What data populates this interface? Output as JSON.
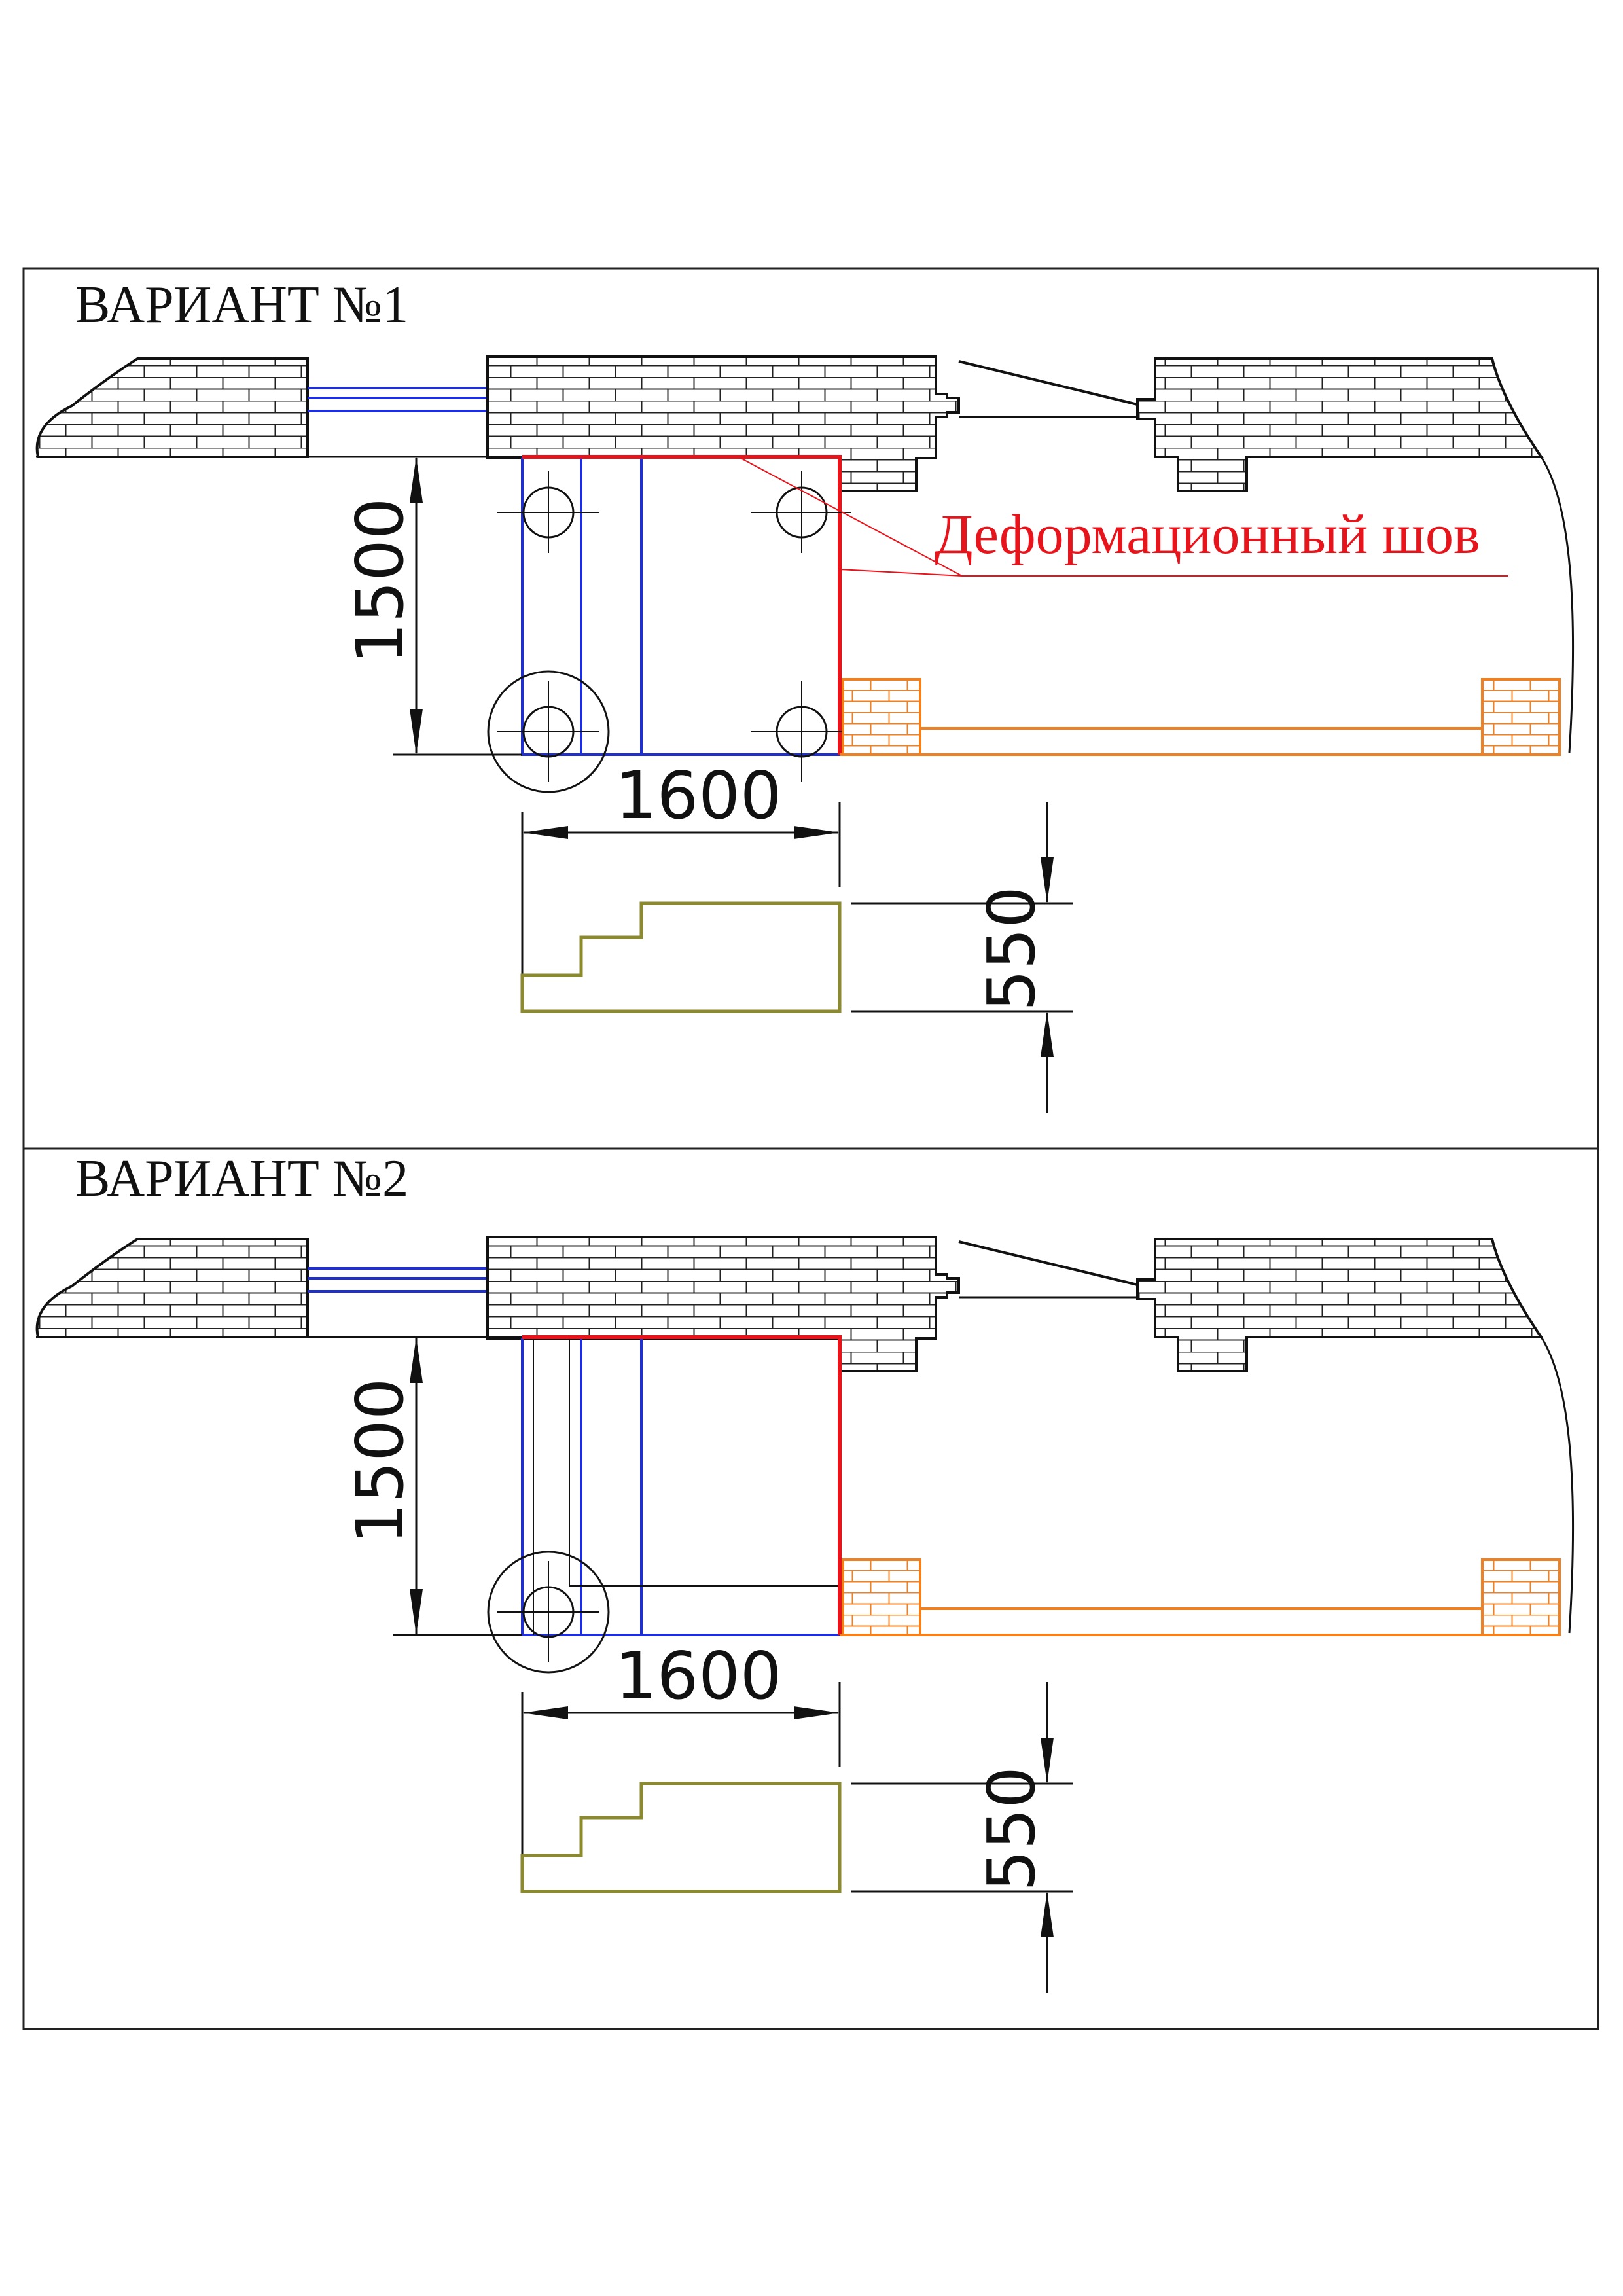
{
  "colors": {
    "outline": "#111111",
    "brick": "#222222",
    "blue": "#1f2fd0",
    "red": "#e8141c",
    "orange": "#f08020",
    "olive": "#8c8a2e"
  },
  "variants": [
    {
      "title": "ВАРИАНТ №1",
      "joint_label": "Деформационный шов",
      "dim_height": "1500",
      "dim_width": "1600",
      "dim_step_height": "550"
    },
    {
      "title": "ВАРИАНТ №2",
      "joint_label": "",
      "dim_height": "1500",
      "dim_width": "1600",
      "dim_step_height": "550"
    }
  ]
}
